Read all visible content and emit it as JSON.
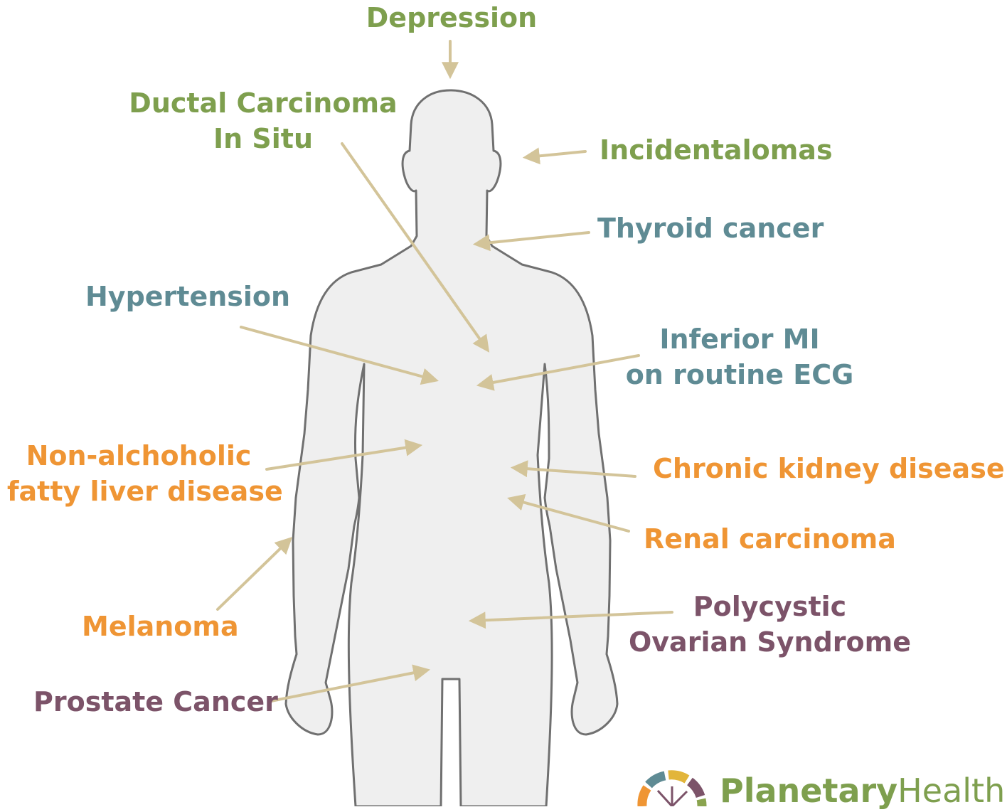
{
  "colors": {
    "green": "#7e9f4e",
    "teal": "#5f8b94",
    "orange": "#ef9534",
    "plum": "#7c5369",
    "arrow": "#d3c499",
    "body_fill": "#efefef",
    "body_stroke": "#707070"
  },
  "labels": {
    "depression": "Depression",
    "dcis_1": "Ductal Carcinoma",
    "dcis_2": "In Situ",
    "incidentalomas": "Incidentalomas",
    "thyroid": "Thyroid cancer",
    "hypertension": "Hypertension",
    "mi_1": "Inferior MI",
    "mi_2": "on routine ECG",
    "nafld_1": "Non-alchoholic",
    "nafld_2": "fatty liver disease",
    "ckd": "Chronic kidney disease",
    "renal": "Renal carcinoma",
    "melanoma": "Melanoma",
    "pcos_1": "Polycystic",
    "pcos_2": "Ovarian Syndrome",
    "prostate": "Prostate Cancer"
  },
  "logo": {
    "part1": "Planetary",
    "part2": "Health",
    "wheel_colors": [
      "#5f8b94",
      "#e2b53a",
      "#8aa44f",
      "#7c5369",
      "#ef9534"
    ]
  }
}
